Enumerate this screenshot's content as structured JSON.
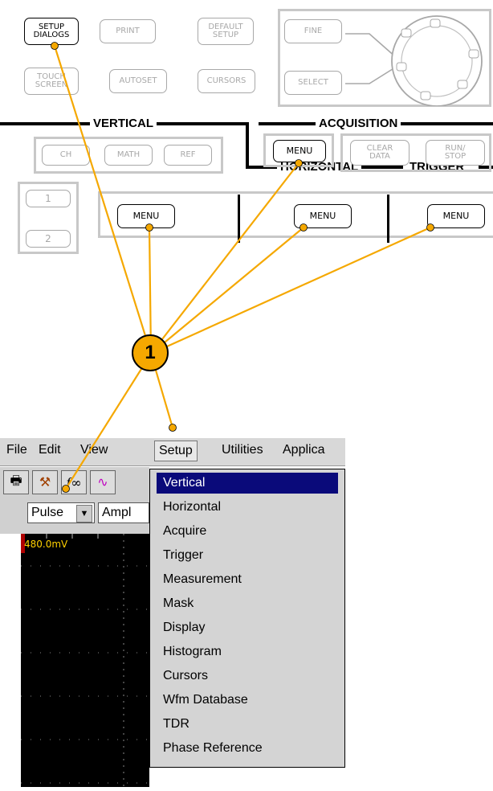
{
  "front_panel": {
    "setup_dialogs_label": "SETUP\nDIALOGS",
    "print_label": "PRINT",
    "default_setup_label": "DEFAULT\nSETUP",
    "touch_screen_label": "TOUCH\nSCREEN",
    "autoset_label": "AUTOSET",
    "cursors_label": "CURSORS",
    "fine_label": "FINE",
    "select_label": "SELECT",
    "vertical_label": "VERTICAL",
    "acquisition_label": "ACQUISITION",
    "horizontal_label": "HORIZONTAL",
    "trigger_label": "TRIGGER",
    "ch_label": "CH",
    "math_label": "MATH",
    "ref_label": "REF",
    "clear_data_label": "CLEAR\nDATA",
    "run_stop_label": "RUN/\nSTOP",
    "ch1_label": "1",
    "ch2_label": "2",
    "menu_label": "MENU"
  },
  "callout": {
    "number": "1",
    "color": "#f5a800"
  },
  "menubar": {
    "file": "File",
    "edit": "Edit",
    "view": "View",
    "setup": "Setup",
    "utilities": "Utilities",
    "applications": "Applica"
  },
  "toolbar": {
    "select_value": "Pulse",
    "ampl_value": "Ampl"
  },
  "scope": {
    "readout": "480.0mV"
  },
  "setup_menu": {
    "items": [
      "Vertical",
      "Horizontal",
      "Acquire",
      "Trigger",
      "Measurement",
      "Mask",
      "Display",
      "Histogram",
      "Cursors",
      "Wfm Database",
      "TDR",
      "Phase Reference"
    ],
    "selected": "Vertical"
  },
  "colors": {
    "highlight": "#0a0a7a",
    "callout_line": "#f5a800"
  }
}
